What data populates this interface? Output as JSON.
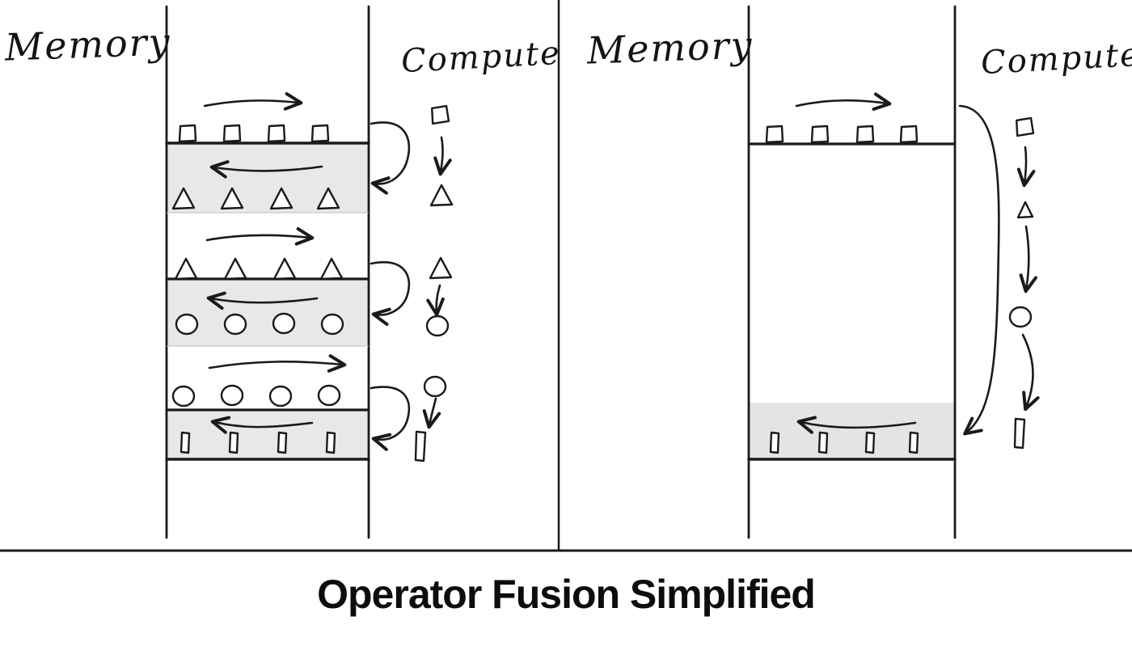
{
  "title": "Operator Fusion Simplified",
  "left_panel": {
    "memory_label": "Memory",
    "compute_label": "Compute",
    "operator_sequence": [
      "square",
      "triangle",
      "circle",
      "rectangle"
    ]
  },
  "right_panel": {
    "memory_label": "Memory",
    "compute_label": "Compute",
    "operator_sequence": [
      "square",
      "triangle",
      "circle",
      "rectangle"
    ]
  },
  "colors": {
    "ink": "#1a1a1a",
    "band_fill": "#e8e8e8",
    "background": "#ffffff"
  }
}
